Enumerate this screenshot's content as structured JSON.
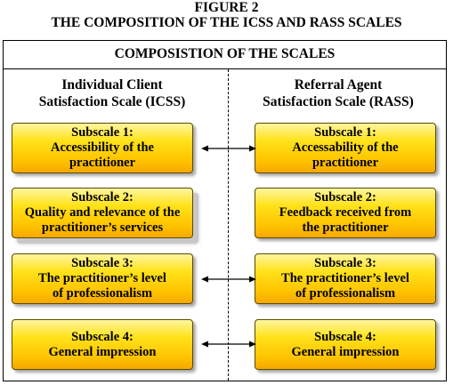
{
  "figure": {
    "line1": "FIGURE 2",
    "line2": "THE COMPOSITION OF THE ICSS AND RASS SCALES"
  },
  "panel": {
    "header": "COMPOSISTION OF THE SCALES"
  },
  "left": {
    "heading_line1": "Individual Client",
    "heading_line2": "Satisfaction Scale (ICSS)",
    "boxes": [
      {
        "lines": [
          "Subscale 1:",
          "Accessibility of the",
          "practitioner"
        ]
      },
      {
        "lines": [
          "Subscale 2:",
          "Quality and relevance of the",
          "practitioner’s services"
        ]
      },
      {
        "lines": [
          "Subscale 3:",
          "The practitioner’s level",
          "of professionalism"
        ]
      },
      {
        "lines": [
          "Subscale 4:",
          "General impression"
        ]
      }
    ]
  },
  "right": {
    "heading_line1": "Referral Agent",
    "heading_line2": "Satisfaction Scale (RASS)",
    "boxes": [
      {
        "lines": [
          "Subscale 1:",
          "Accessability of the",
          "practitioner"
        ]
      },
      {
        "lines": [
          "Subscale 2:",
          "Feedback received from",
          "the practitioner"
        ]
      },
      {
        "lines": [
          "Subscale 3:",
          "The practitioner’s level",
          "of professionalism"
        ]
      },
      {
        "lines": [
          "Subscale 4:",
          "General impression"
        ]
      }
    ]
  },
  "connections": [
    {
      "from": "left-subscale-1",
      "to": "right-subscale-1"
    },
    {
      "from": "left-subscale-3",
      "to": "right-subscale-3"
    },
    {
      "from": "left-subscale-4",
      "to": "right-subscale-4"
    }
  ],
  "colors": {
    "box_fill_top": "#fff6a0",
    "box_fill_bottom": "#f5a800",
    "box_border": "#5a4a00"
  }
}
